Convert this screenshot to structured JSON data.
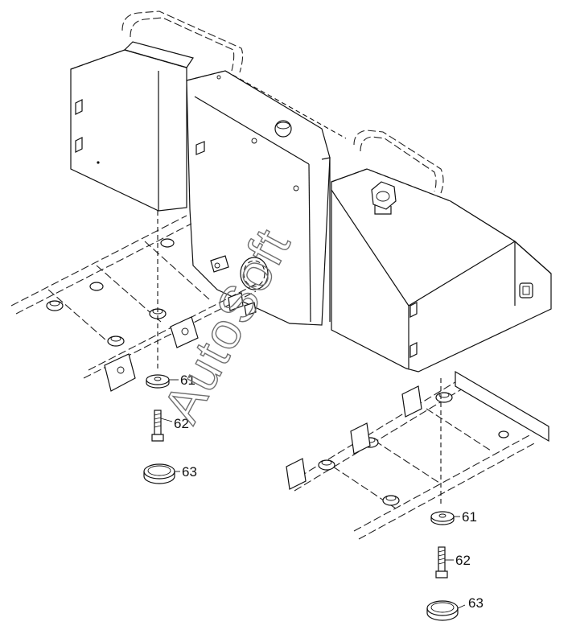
{
  "diagram": {
    "callouts": [
      {
        "id": "upper-washer",
        "label": "61"
      },
      {
        "id": "upper-bolt",
        "label": "62"
      },
      {
        "id": "upper-mount",
        "label": "63"
      },
      {
        "id": "lower-washer",
        "label": "61"
      },
      {
        "id": "lower-bolt",
        "label": "62"
      },
      {
        "id": "lower-mount",
        "label": "63"
      }
    ],
    "watermark": "AutoSoft"
  }
}
